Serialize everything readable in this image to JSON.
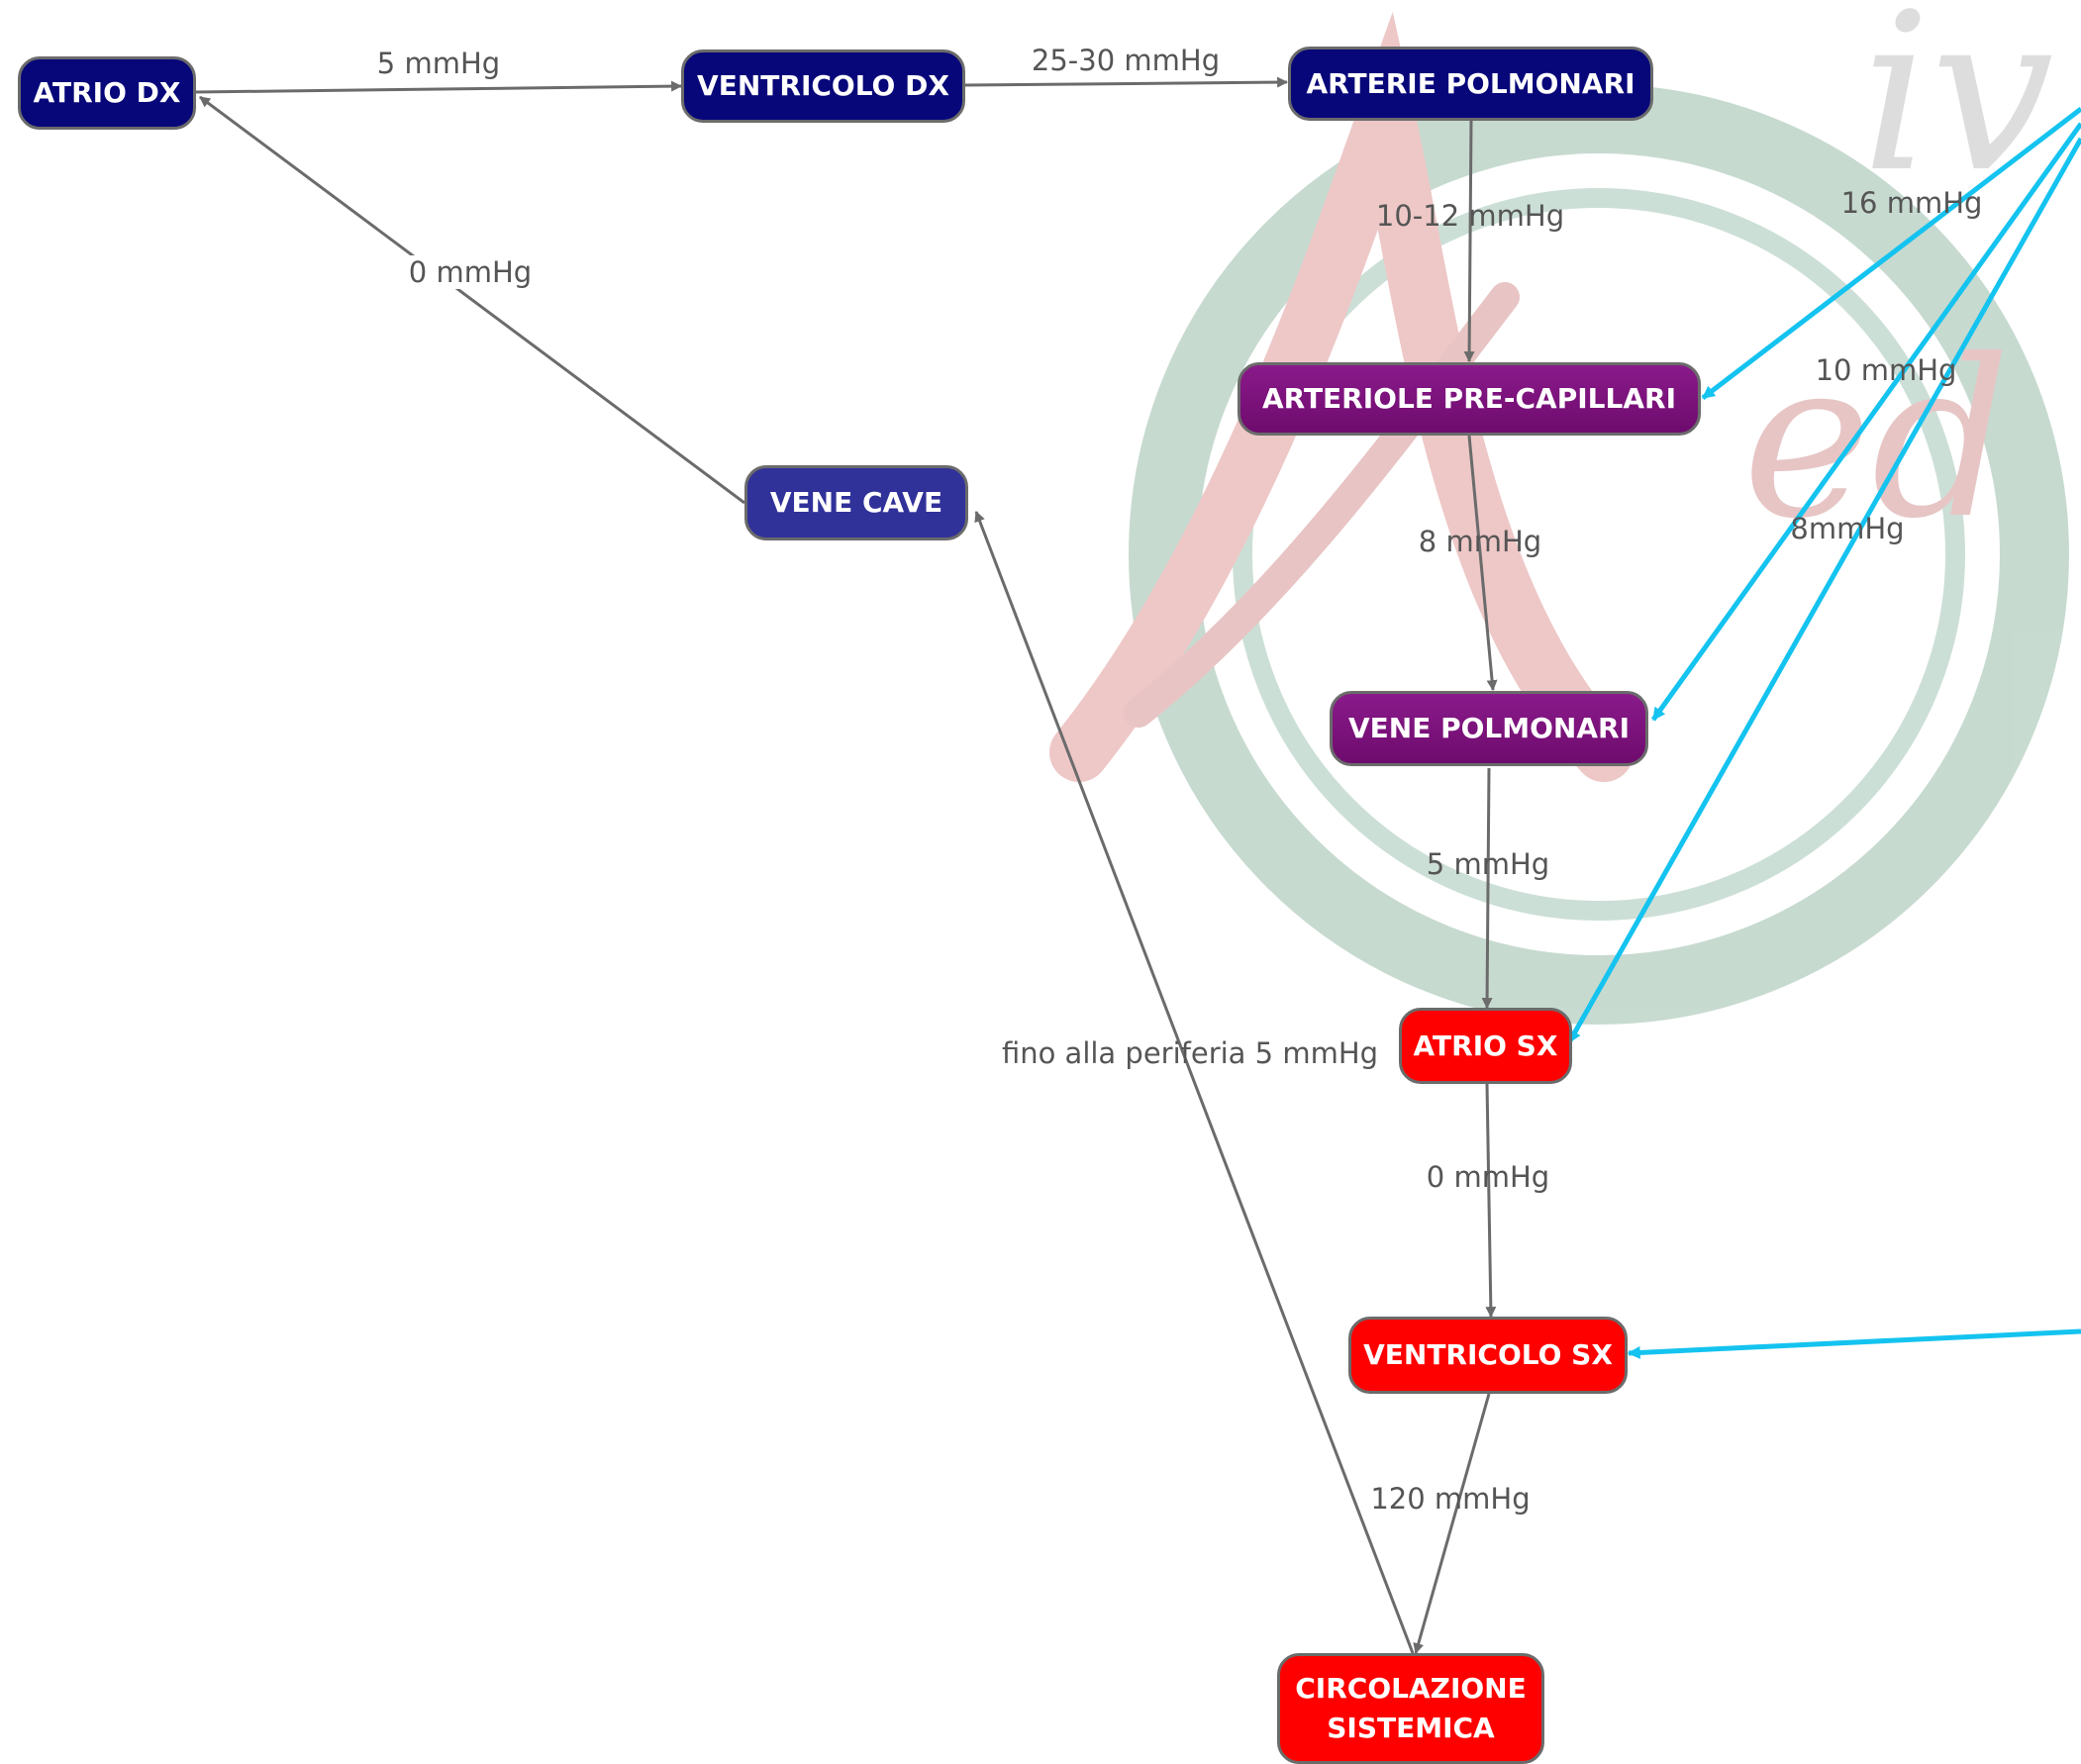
{
  "nodes": {
    "atrio_dx": "ATRIO DX",
    "ventricolo_dx": "VENTRICOLO DX",
    "arterie_polmonari": "ARTERIE POLMONARI",
    "arteriole_pre_capillari": "ARTERIOLE PRE-CAPILLARI",
    "vene_cave": "VENE CAVE",
    "vene_polmonari": "VENE POLMONARI",
    "atrio_sx": "ATRIO SX",
    "ventricolo_sx": "VENTRICOLO SX",
    "circolazione_sistemica_line1": "CIRCOLAZIONE",
    "circolazione_sistemica_line2": "SISTEMICA"
  },
  "edges": {
    "atrio_ventricolo_dx": "5 mmHg",
    "ventricolo_dx_arterie": "25-30 mmHg",
    "vene_cave_atrio_dx": "0 mmHg",
    "arterie_arteriole": "10-12 mmHg",
    "arteriole_vene_polmonari": "8 mmHg",
    "vene_polmonari_atrio_sx": "5 mmHg",
    "atrio_ventricolo_sx": "0 mmHg",
    "ventricolo_sx_circolazione": "120 mmHg",
    "circolazione_vene_cave": "fino alla periferia 5 mmHg",
    "cyan_16": "16 mmHg",
    "cyan_10": "10 mmHg",
    "cyan_8": "8mmHg"
  },
  "colors": {
    "navy": "#07077a",
    "blue": "#31319a",
    "purple": "#7a107a",
    "red": "#ff0000",
    "edge_gray": "#6b6b6b",
    "edge_cyan": "#14c3ef"
  }
}
